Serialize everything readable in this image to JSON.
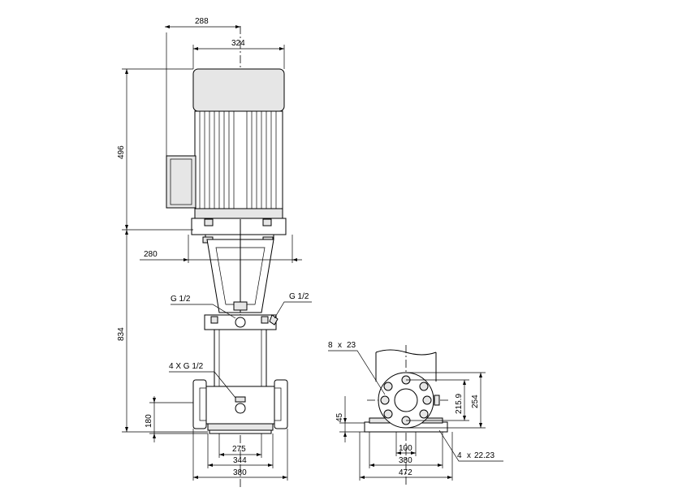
{
  "dimensions": {
    "motor_offset_width": "288",
    "motor_width": "324",
    "motor_height": "496",
    "adapter_width": "280",
    "pump_height": "834",
    "inlet_height": "180",
    "base_inner_width": "275",
    "base_mid_width": "344",
    "base_outer_width": "380",
    "side_flange_height": "45",
    "side_bolt_circle": "215.9",
    "side_flange_diameter": "254",
    "side_bolt_spacing": "100",
    "side_base_mid_width": "380",
    "side_base_outer_width": "472"
  },
  "annotations": {
    "drain_left": "G 1/2",
    "drain_right": "G 1/2",
    "port_plugs": "4 X G 1/2",
    "flange_bolts_count": "8",
    "flange_bolts_size": "23",
    "base_holes_count": "4",
    "base_holes_size": "22.23",
    "times_symbol": "x"
  }
}
